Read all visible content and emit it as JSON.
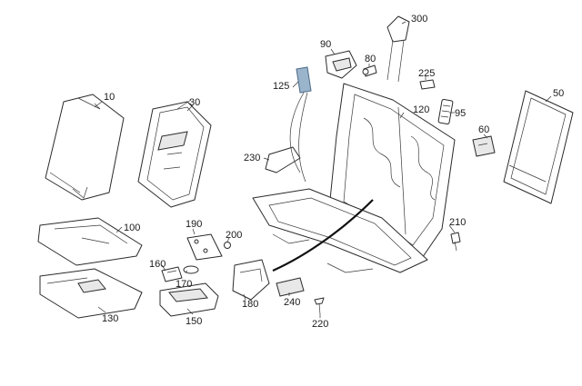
{
  "callouts": {
    "p10": "10",
    "p30": "30",
    "p50": "50",
    "p60": "60",
    "p80": "80",
    "p90": "90",
    "p95": "95",
    "p100": "100",
    "p120": "120",
    "p125": "125",
    "p130": "130",
    "p150": "150",
    "p160": "160",
    "p170": "170",
    "p180": "180",
    "p190": "190",
    "p200": "200",
    "p210": "210",
    "p220": "220",
    "p225": "225",
    "p230": "230",
    "p240": "240",
    "p300": "300"
  },
  "colors": {
    "line": "#2b2b2b",
    "highlight": "#9ab4cc",
    "background": "#ffffff"
  }
}
